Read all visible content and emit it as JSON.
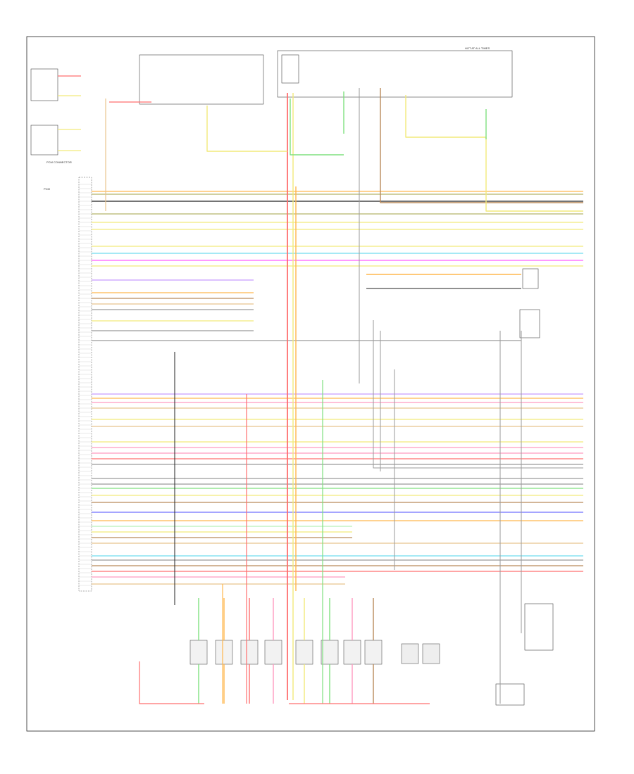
{
  "colors": {
    "red": "#ff6f6f",
    "yellow": "#f2ea7a",
    "orange": "#ffb74d",
    "green": "#7fe07f",
    "lightgreen": "#b6f0b6",
    "blue": "#6f6fff",
    "cyan": "#6fdcef",
    "magenta": "#ff5cff",
    "gray": "#9a9a9a",
    "pink": "#ff9ac0",
    "brown": "#b98a5a",
    "tan": "#e8c48e",
    "violet": "#c79cff",
    "black": "#222222",
    "olive": "#b3b36b"
  },
  "diagram": {
    "connector_label": "PCM CONNECTOR",
    "footer_label": "",
    "left_labels": [
      "PCM",
      "",
      "",
      "",
      "",
      "",
      "",
      "",
      "",
      "",
      "",
      "",
      "",
      "",
      "",
      "",
      "",
      "",
      "",
      "",
      "",
      "",
      "",
      "",
      "",
      "",
      "",
      "",
      "",
      "",
      "",
      "",
      "",
      "",
      "",
      "",
      "",
      "",
      "",
      "",
      "",
      "",
      "",
      "",
      "",
      "",
      "",
      "",
      "",
      "",
      "",
      "",
      ""
    ],
    "hot_labels": [
      "HOT AT ALL TIMES"
    ],
    "components": []
  }
}
